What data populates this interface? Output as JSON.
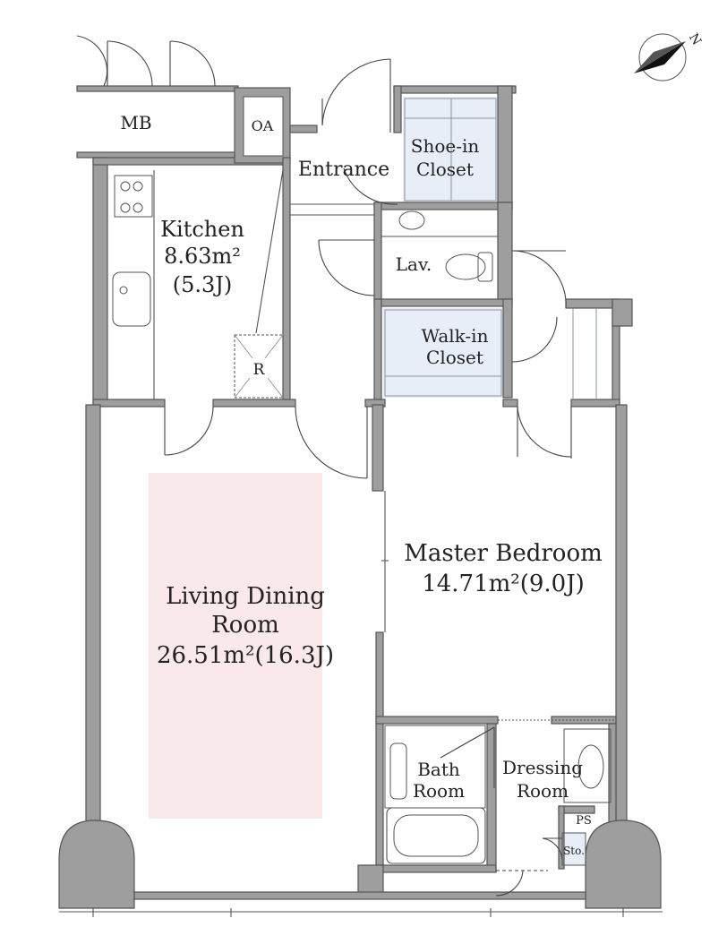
{
  "colors": {
    "living_highlight": "#f9e9ea",
    "closet_fill": "#e8eef7",
    "wall": "#9e9e9e"
  },
  "compass": {
    "label": "N",
    "icon": "north-arrow-icon"
  },
  "rooms": {
    "mb": {
      "name": "MB"
    },
    "oa": {
      "name": "OA"
    },
    "entrance": {
      "name": "Entrance"
    },
    "shoe_closet": {
      "line1": "Shoe-in",
      "line2": "Closet"
    },
    "kitchen": {
      "name": "Kitchen",
      "area": "8.63m²",
      "jo": "(5.3J)"
    },
    "lav": {
      "name": "Lav."
    },
    "walkin_closet": {
      "line1": "Walk-in",
      "line2": "Closet"
    },
    "refrigerator": {
      "name": "R"
    },
    "master_bedroom": {
      "name": "Master Bedroom",
      "area": "14.71m²(9.0J)"
    },
    "living": {
      "line1": "Living Dining",
      "line2": "Room",
      "area": "26.51m²(16.3J)"
    },
    "bath": {
      "line1": "Bath",
      "line2": "Room"
    },
    "dressing": {
      "line1": "Dressing",
      "line2": "Room"
    },
    "ps": {
      "name": "PS"
    },
    "storage": {
      "name": "Sto."
    }
  }
}
